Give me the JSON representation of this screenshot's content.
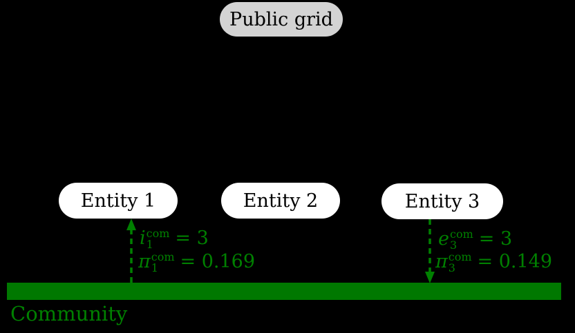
{
  "nodes": {
    "public_grid": "Public grid",
    "entities": [
      "Entity 1",
      "Entity 2",
      "Entity 3"
    ],
    "community": "Community"
  },
  "flows": [
    {
      "name": "entity1-community-import",
      "direction": "up",
      "lines": [
        {
          "var": "i",
          "sub": "1",
          "sup": "com",
          "eq": "= 3"
        },
        {
          "var": "π",
          "sub": "1",
          "sup": "com",
          "eq": "= 0.169"
        }
      ]
    },
    {
      "name": "entity3-community-export",
      "direction": "down",
      "lines": [
        {
          "var": "e",
          "sub": "3",
          "sup": "com",
          "eq": "= 3"
        },
        {
          "var": "π",
          "sub": "3",
          "sup": "com",
          "eq": "= 0.149"
        }
      ]
    }
  ],
  "colors": {
    "flow_green": "#008000",
    "community_bar_green": "#007800",
    "public_grid_fill": "#d3d3d3",
    "entity_fill": "#ffffff",
    "node_text": "#000000",
    "background": "#000000"
  }
}
